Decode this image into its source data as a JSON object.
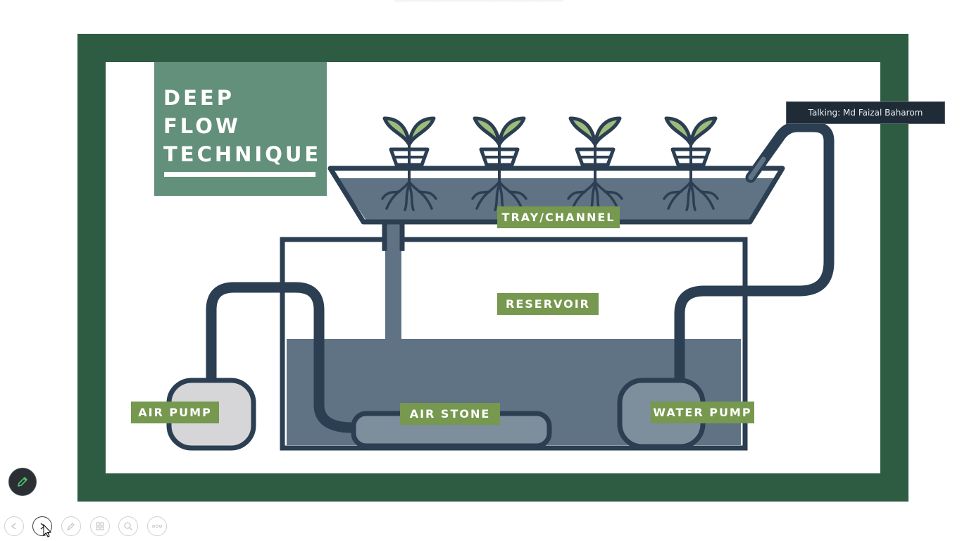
{
  "slide": {
    "title_lines": [
      "DEEP",
      "FLOW",
      "TECHNIQUE"
    ],
    "labels": {
      "tray_channel": "TRAY/CHANNEL",
      "reservoir": "RESERVOIR",
      "air_pump": "AIR PUMP",
      "air_stone": "AIR STONE",
      "water_pump": "WATER PUMP"
    }
  },
  "tooltip": {
    "text": "Talking: Md Faizal Baharom"
  },
  "toolbar": {
    "buttons": [
      "previous-icon",
      "next-icon",
      "pen-icon",
      "slides-grid-icon",
      "zoom-icon",
      "more-icon"
    ]
  },
  "pen_button": {
    "icon": "pen-icon"
  },
  "colors": {
    "frame_green": "#2d5c43",
    "title_green": "#62907a",
    "label_green": "#76984f",
    "pipe_navy": "#2b3e52",
    "water_slate": "#5f7384",
    "leaf_green": "#9dbb7b"
  }
}
